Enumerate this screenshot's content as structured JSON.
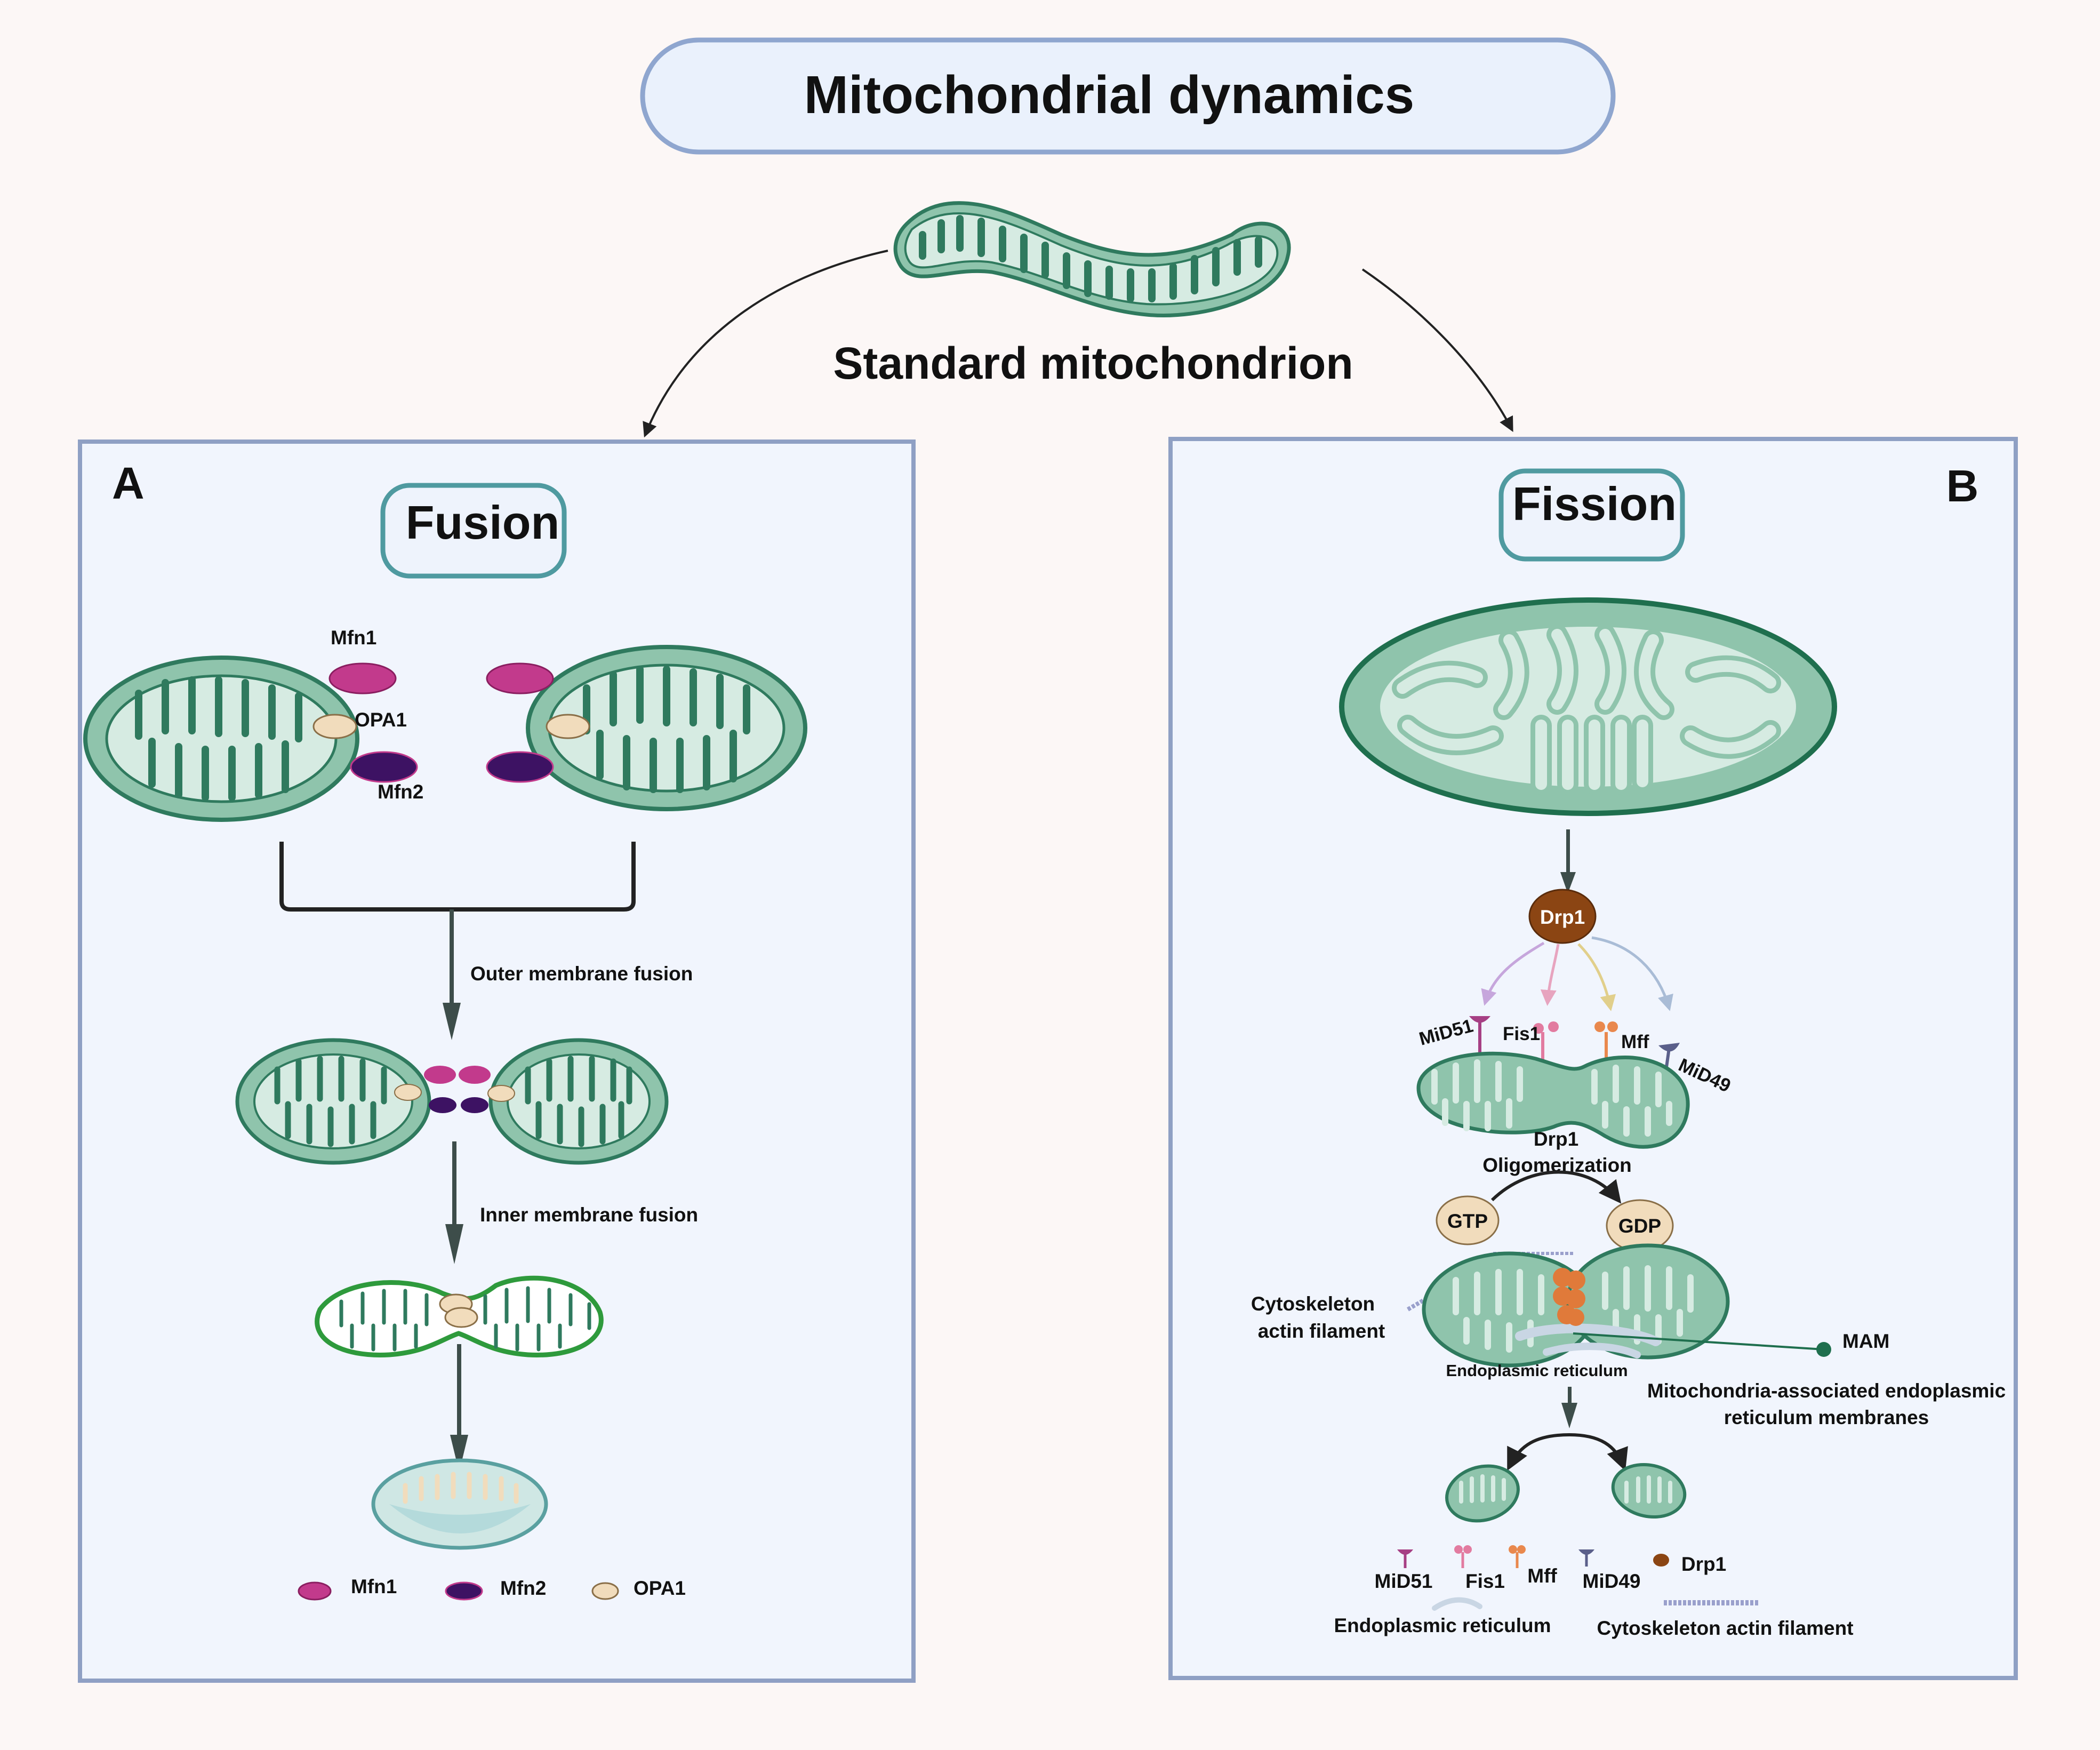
{
  "title": "Mitochondrial dynamics",
  "subtitle": "Standard mitochondrion",
  "panel_a": {
    "letter": "A",
    "heading": "Fusion",
    "labels": {
      "mfn1": "Mfn1",
      "opa1": "OPA1",
      "mfn2": "Mfn2",
      "outer_step": "Outer membrane fusion",
      "inner_step": "Inner membrane fusion"
    },
    "legend": [
      "Mfn1",
      "Mfn2",
      "OPA1"
    ]
  },
  "panel_b": {
    "letter": "B",
    "heading": "Fission",
    "labels": {
      "drp1": "Drp1",
      "mid51": "MiD51",
      "fis1": "Fis1",
      "mff": "Mff",
      "mid49": "MiD49",
      "oligo_1": "Drp1",
      "oligo_2": "Oligomerization",
      "gtp": "GTP",
      "gdp": "GDP",
      "cyto_1": "Cytoskeleton",
      "cyto_2": "actin filament",
      "er": "Endoplasmic reticulum",
      "mam": "MAM",
      "mam_full_1": "Mitochondria-associated endoplasmic",
      "mam_full_2": "reticulum membranes"
    },
    "legend": {
      "mid51": "MiD51",
      "fis1": "Fis1",
      "mff": "Mff",
      "mid49": "MiD49",
      "drp1": "Drp1",
      "er": "Endoplasmic reticulum",
      "cyto": "Cytoskeleton actin filament"
    }
  },
  "colors": {
    "background": "#fcf7f6",
    "panel_fill": "#f1f5fd",
    "panel_border": "#8fa0c4",
    "mito_outer": "#8fc4ac",
    "mito_inner": "#d6ebe2",
    "mito_stroke": "#2f7a5e",
    "mfn1": "#c23a8c",
    "mfn2": "#3d1263",
    "opa1": "#f1dcbc",
    "drp1": "#8b4513"
  }
}
